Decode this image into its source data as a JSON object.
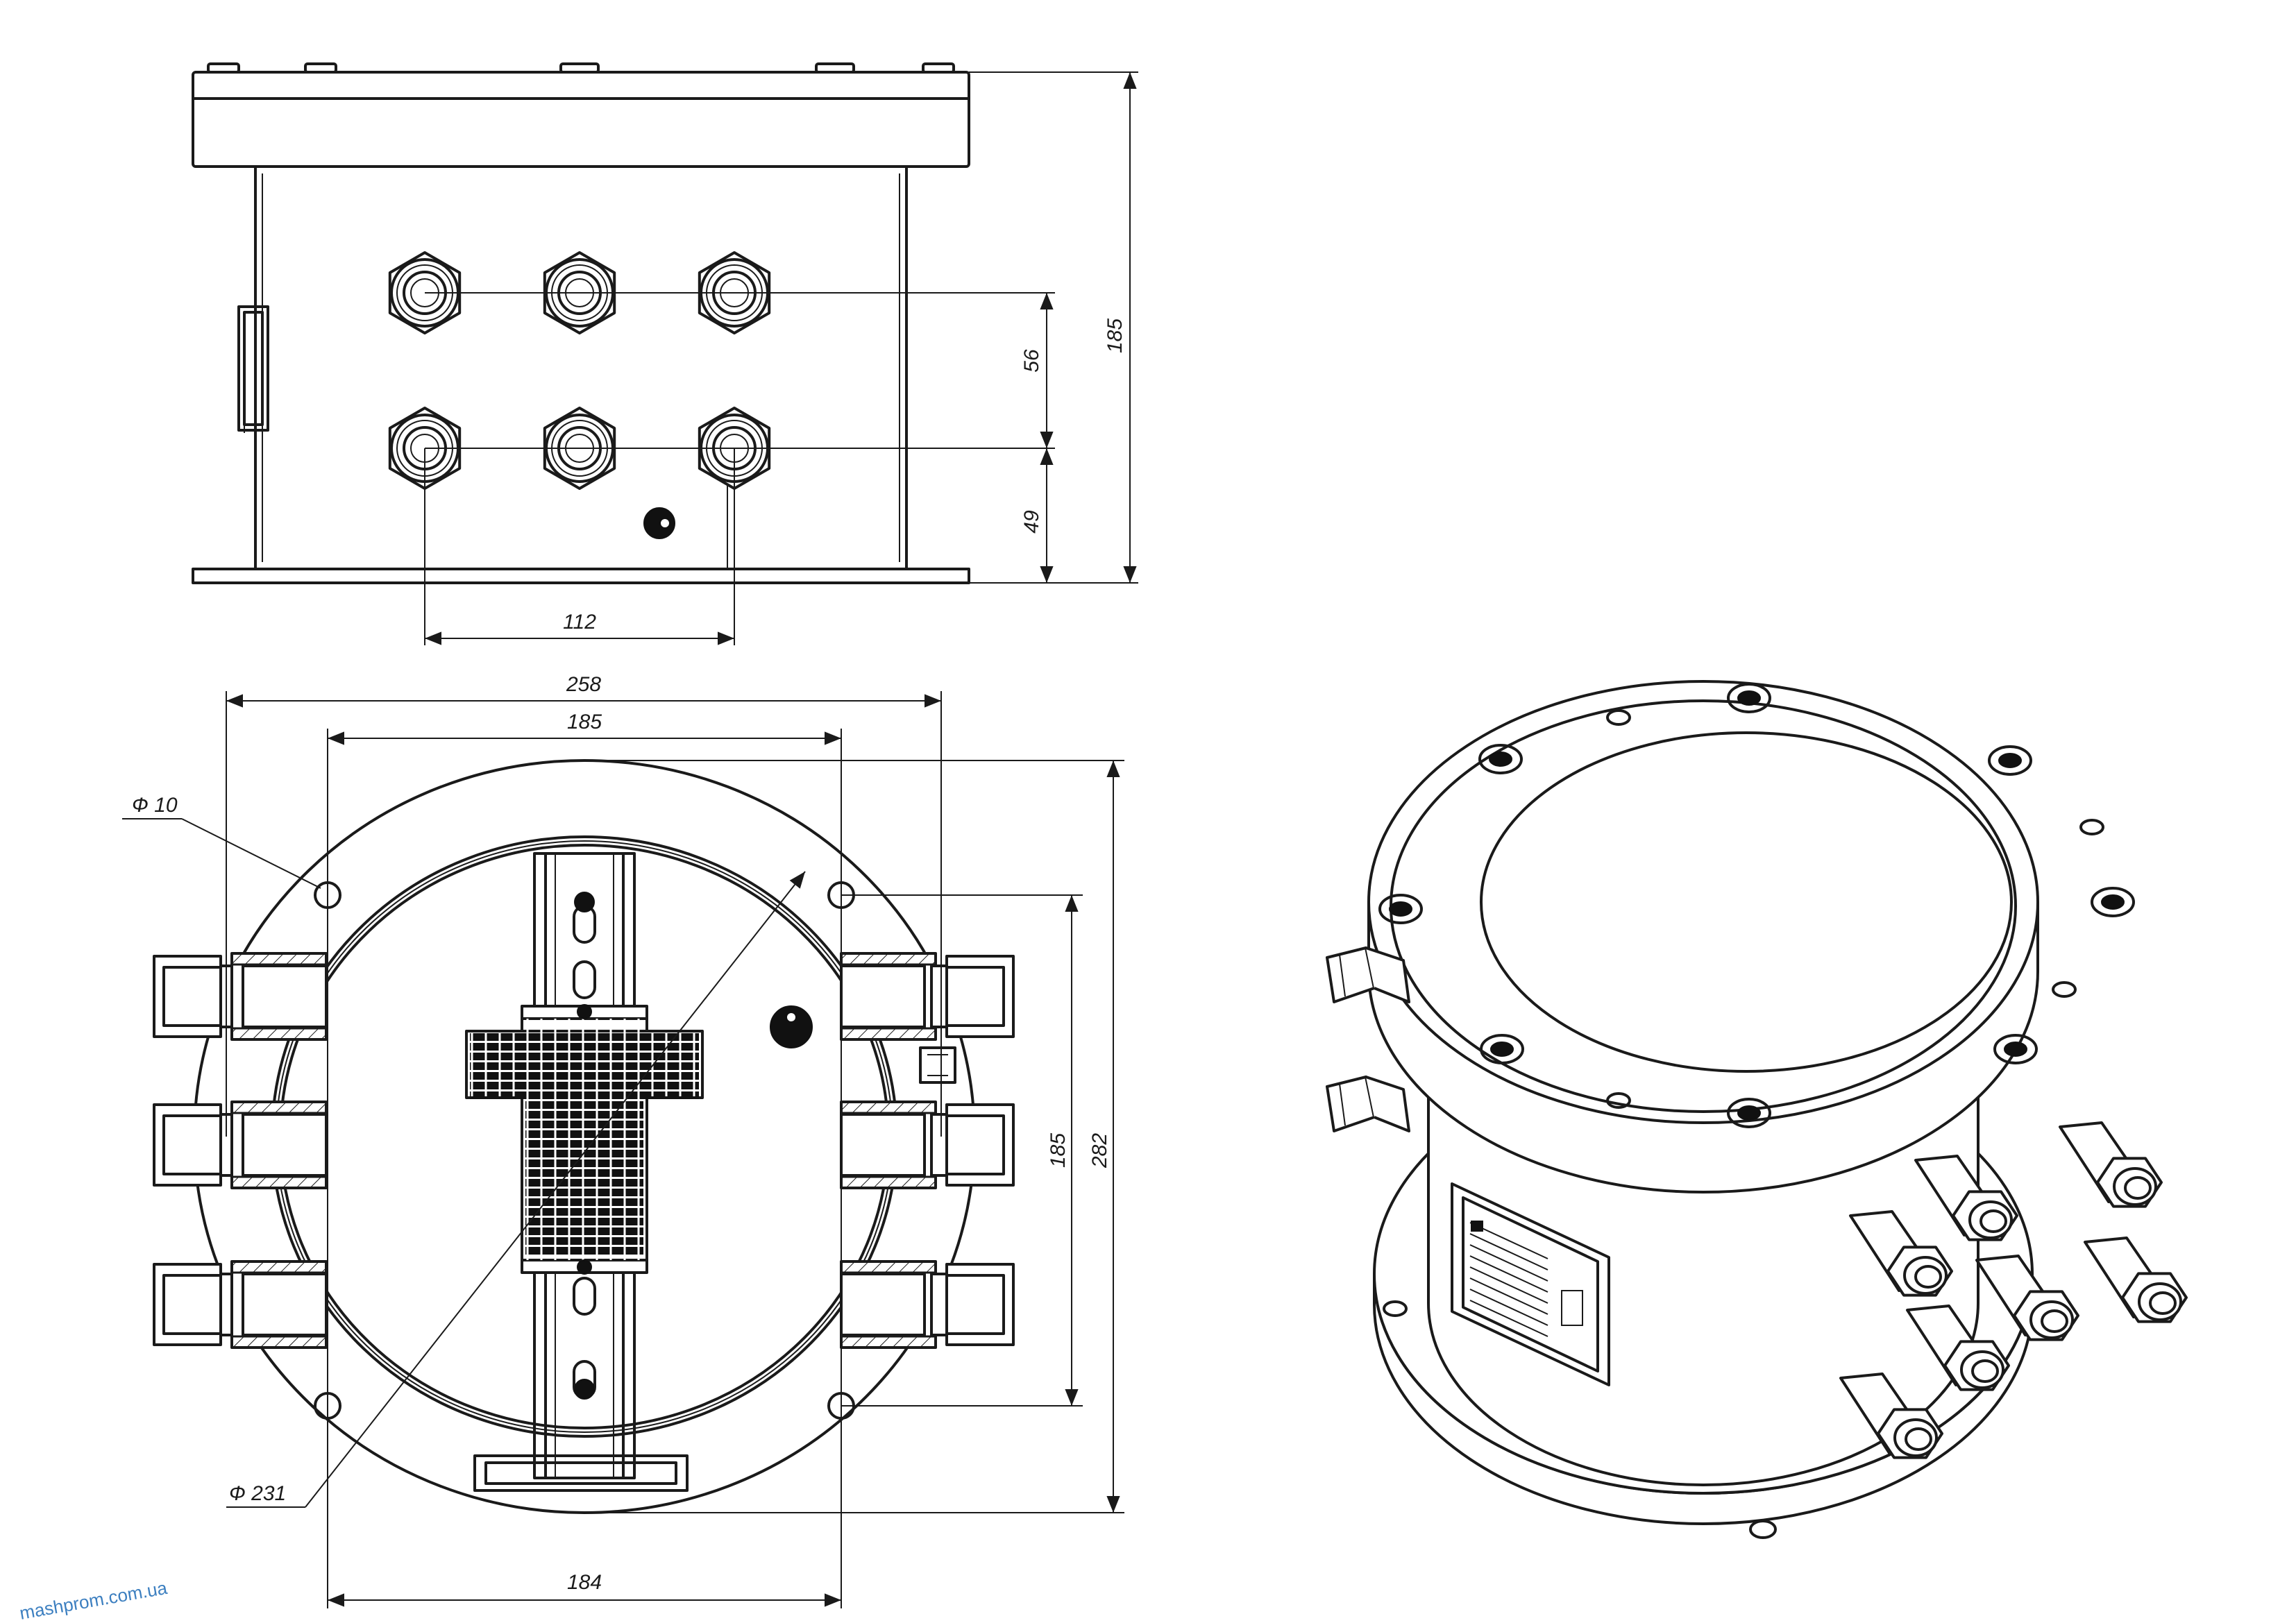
{
  "dimensions": {
    "front_width_holes": "112",
    "front_row_spacing": "56",
    "front_bottom_row": "49",
    "front_height": "185",
    "plan_flange_width": "258",
    "plan_inner_width": "185",
    "plan_bottom_width": "184",
    "plan_height_inner": "185",
    "plan_height_total": "282",
    "hole_diameter": "Ф 10",
    "body_diameter": "Ф 231"
  },
  "watermark": "mashprom.com.ua",
  "views": {
    "front_glands": 6,
    "plan_glands_per_side": 3,
    "flange_bolts": 12
  },
  "colors": {
    "line": "#1a1a1a",
    "background": "#ffffff",
    "watermark": "#3c7fc0"
  }
}
